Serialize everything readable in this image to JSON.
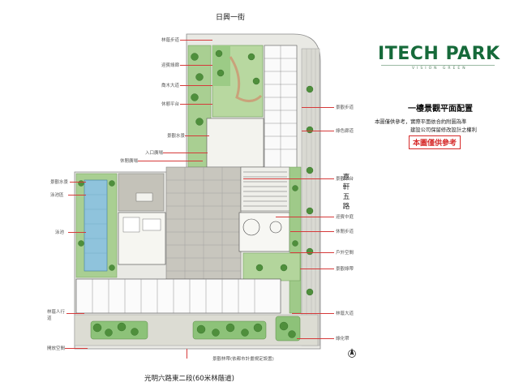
{
  "brand": {
    "logo_i": "I",
    "logo_text": "TECH PARK",
    "tagline": "VISION GREEN",
    "logo_color": "#1a6e3d"
  },
  "plan": {
    "title": "一樓景觀平面配置",
    "note_line1": "本圖僅供參考，實際平面依合約附圖為準",
    "note_line2": "建設公司保留修改設計之權利",
    "stamp": "本圖僅供參考",
    "stamp_color": "#d62b2b"
  },
  "streets": {
    "north": "日興一街",
    "east": "嘉軒五路",
    "south": "光明六路東二段(60米林蔭道)"
  },
  "north_arrow": "north-arrow-icon",
  "callouts_left": [
    "林蔭步道",
    "迎賓綠廊",
    "喬木大道",
    "休憩平台",
    "景觀水景",
    "入口廣場",
    "休閒廣場",
    "景觀水景",
    "泳池區",
    "泳池",
    "林蔭人行道",
    "開放空間"
  ],
  "callouts_right": [
    "景觀步道",
    "綠色廊道",
    "景觀平台",
    "迎賓中庭",
    "休閒步道",
    "戶外空間",
    "景觀綠帶",
    "林蔭大道",
    "綠化帶"
  ],
  "callout_bottom": "景觀林帶(依都市計畫規定設置)"
}
